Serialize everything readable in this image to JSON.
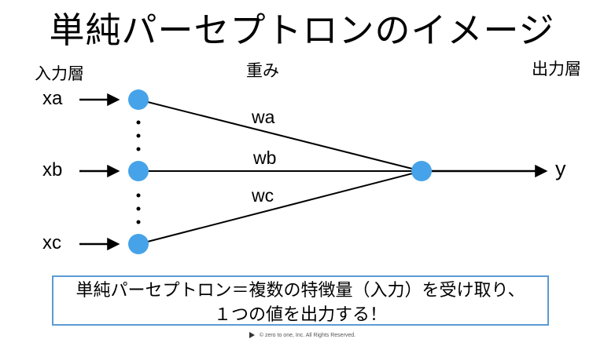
{
  "title": "単純パーセプトロンのイメージ",
  "diagram": {
    "input_layer_label": "入力層",
    "weights_label": "重み",
    "output_layer_label": "出力層",
    "inputs": [
      {
        "label": "xa",
        "weight": "wa"
      },
      {
        "label": "xb",
        "weight": "wb"
      },
      {
        "label": "xc",
        "weight": "wc"
      }
    ],
    "output_label": "y",
    "node_color": "#46a3e9",
    "line_color": "#000000"
  },
  "caption": {
    "line1": "単純パーセプトロン＝複数の特徴量（入力）を受け取り、",
    "line2": "１つの値を出力する！",
    "border_color": "#5b9bd5"
  },
  "footer": {
    "copyright": "©  zero to one, Inc. All Rights Reserved."
  }
}
